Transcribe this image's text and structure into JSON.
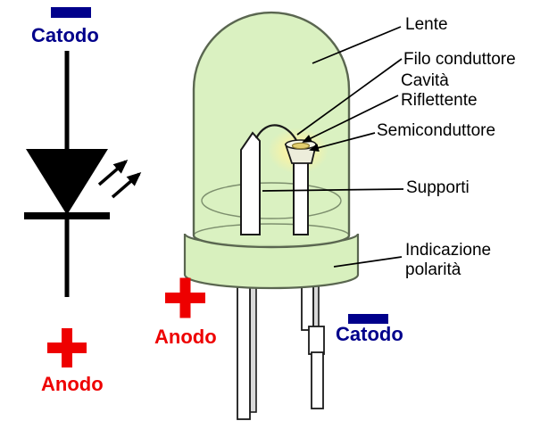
{
  "colors": {
    "cathode_blue": "#00008B",
    "anode_red": "#EE0000",
    "led_body": "#D8F0BE",
    "led_outline": "#5A6650",
    "glow_yellow": "#FFF2A0"
  },
  "diode_symbol": {
    "cathode_label": "Catodo",
    "anode_label": "Anodo"
  },
  "led": {
    "labels": {
      "lens": "Lente",
      "bond_wire": "Filo conduttore",
      "reflective_cavity": "Cavità\nRiflettente",
      "semiconductor": "Semiconduttore",
      "supports": "Supporti",
      "polarity_indication": "Indicazione\npolarità"
    },
    "terminals": {
      "anode_label": "Anodo",
      "cathode_label": "Catodo"
    }
  }
}
